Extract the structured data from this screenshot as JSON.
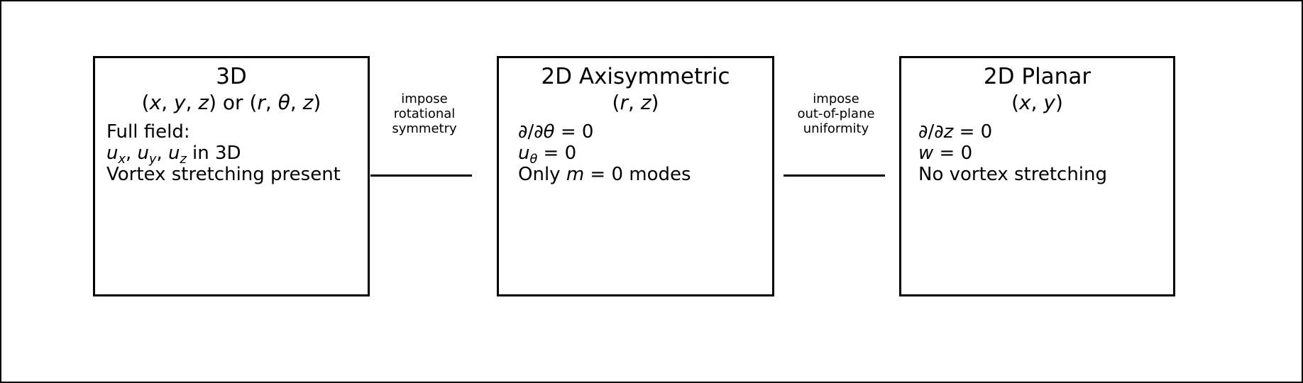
{
  "figure": {
    "background_color": "#ffffff",
    "border_color": "#000000",
    "text_color": "#000000"
  },
  "boxes": [
    {
      "title": "3D",
      "subtitle_html": "(<i>x</i>, <i>y</i>, <i>z</i>) or (<i>r</i>, <i>θ</i>, <i>z</i>)",
      "lines_html": [
        "Full field:",
        "<i>u<sub>x</sub></i>, <i>u<sub>y</sub></i>, <i>u<sub>z</sub></i> in 3D",
        "Vortex stretching present"
      ]
    },
    {
      "title": "2D Axisymmetric",
      "subtitle_html": "(<i>r</i>, <i>z</i>)",
      "lines_html": [
        "<i>∂</i>/<i>∂θ</i> = 0",
        "<i>u<sub>θ</sub></i> = 0",
        "Only <i>m</i> = 0 modes"
      ]
    },
    {
      "title": "2D Planar",
      "subtitle_html": "(<i>x</i>, <i>y</i>)",
      "lines_html": [
        "<i>∂</i>/<i>∂z</i> = 0",
        "<i>w</i> = 0",
        "No vortex stretching"
      ]
    }
  ],
  "connectors": [
    {
      "label": "impose\nrotational\nsymmetry"
    },
    {
      "label": "impose\nout-of-plane\nuniformity"
    }
  ]
}
